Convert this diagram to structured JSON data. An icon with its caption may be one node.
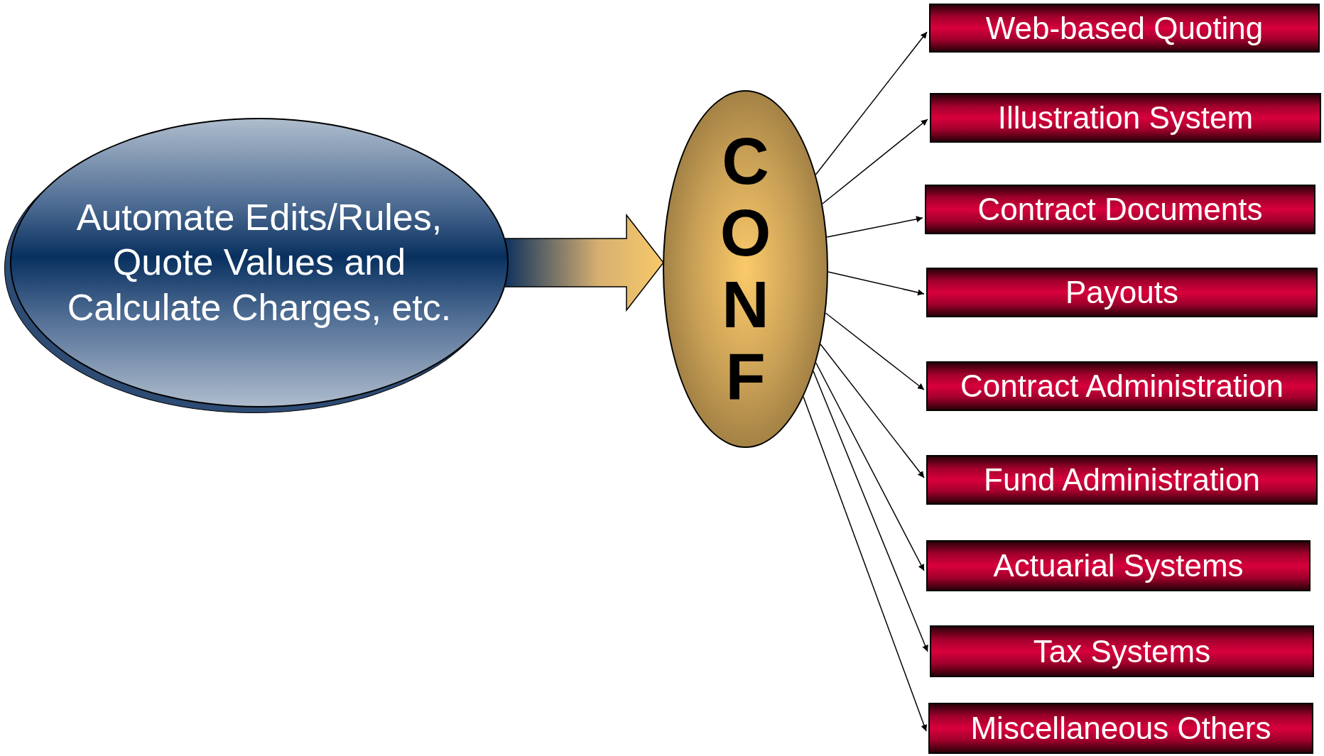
{
  "diagram": {
    "nodes": [
      {
        "text": [
          "Automate Edits/Rules, Quote Values and Calculate Charges, etc."
        ]
      },
      {
        "text": [
          "CONF"
        ]
      },
      {
        "text": [
          "Web-based Quoting"
        ]
      },
      {
        "text": [
          "Illustration System"
        ]
      },
      {
        "text": [
          "Contract Documents"
        ]
      },
      {
        "text": [
          "Payouts"
        ]
      },
      {
        "text": [
          "Contract Administration"
        ]
      },
      {
        "text": [
          "Fund Administration"
        ]
      },
      {
        "text": [
          "Actuarial Systems"
        ]
      },
      {
        "text": [
          "Tax Systems"
        ]
      },
      {
        "text": [
          "Miscellaneous Others"
        ]
      }
    ],
    "edges": [
      {
        "from": 0,
        "to": 1,
        "arrow": "to",
        "style": "thick"
      },
      {
        "from": 1,
        "to": 2,
        "arrow": "to"
      },
      {
        "from": 1,
        "to": 3,
        "arrow": "to"
      },
      {
        "from": 1,
        "to": 4,
        "arrow": "to"
      },
      {
        "from": 1,
        "to": 5,
        "arrow": "to"
      },
      {
        "from": 1,
        "to": 6,
        "arrow": "to"
      },
      {
        "from": 1,
        "to": 7,
        "arrow": "to"
      },
      {
        "from": 1,
        "to": 8,
        "arrow": "to"
      },
      {
        "from": 1,
        "to": 9,
        "arrow": "to"
      },
      {
        "from": 1,
        "to": 10,
        "arrow": "to"
      }
    ]
  }
}
